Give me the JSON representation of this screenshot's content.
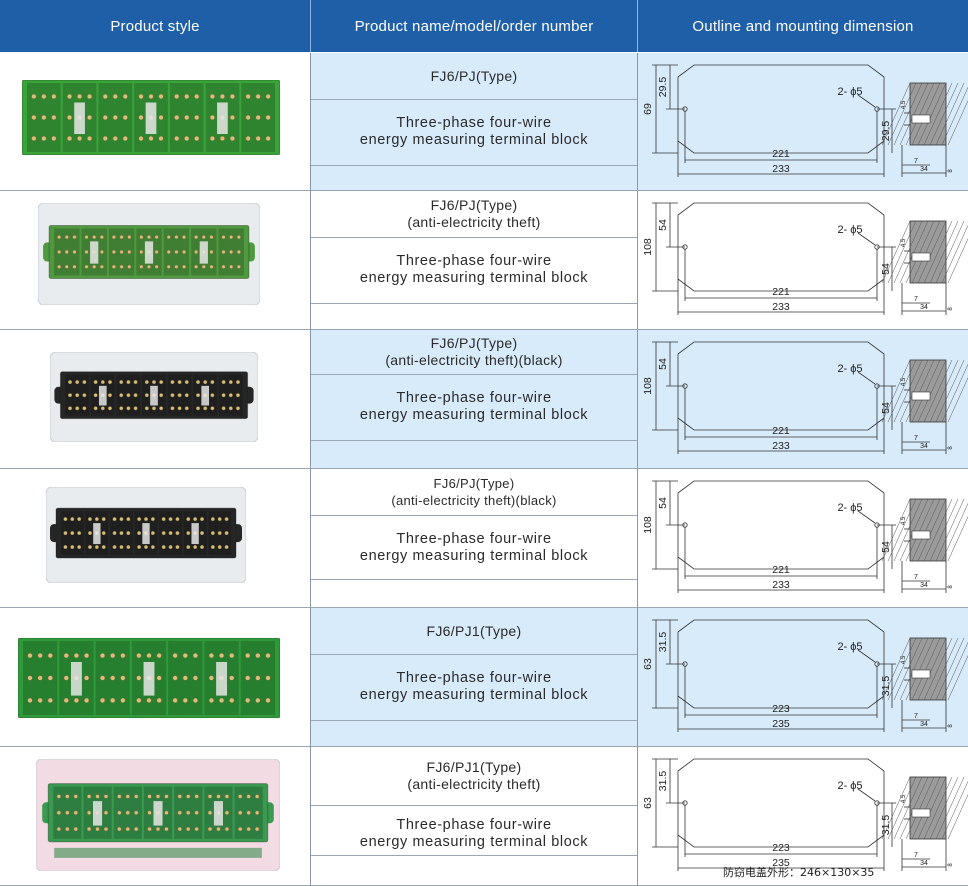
{
  "header": {
    "col1": "Product style",
    "col2": "Product name/model/order number",
    "col3": "Outline and mounting dimension"
  },
  "rows": [
    {
      "name_lines": [
        "FJ6/PJ(Type)"
      ],
      "desc_lines": [
        "Three-phase four-wire",
        "energy measuring terminal block"
      ],
      "dim": {
        "height": "69",
        "upper": "29.5",
        "right": "29.5",
        "inner": "221",
        "outer": "233",
        "hole": "2- ϕ5",
        "s1": "4.5",
        "s2": "34",
        "s3": "8",
        "s4": "7"
      },
      "product": {
        "body": "#3aa33a",
        "cover": "none"
      }
    },
    {
      "name_lines": [
        "FJ6/PJ(Type)",
        "(anti-electricity theft)"
      ],
      "desc_lines": [
        "Three-phase four-wire",
        "energy measuring terminal block"
      ],
      "dim": {
        "height": "108",
        "upper": "54",
        "right": "54",
        "inner": "221",
        "outer": "233",
        "hole": "2- ϕ5",
        "s1": "4.5",
        "s2": "34",
        "s3": "8",
        "s4": "7"
      },
      "product": {
        "body": "#4f9a3f",
        "cover": "clear"
      }
    },
    {
      "name_lines": [
        "FJ6/PJ(Type)",
        "(anti-electricity theft)(black)"
      ],
      "desc_lines": [
        "Three-phase four-wire",
        "energy measuring terminal block"
      ],
      "dim": {
        "height": "108",
        "upper": "54",
        "right": "54",
        "inner": "221",
        "outer": "233",
        "hole": "2- ϕ5",
        "s1": "4.5",
        "s2": "34",
        "s3": "8",
        "s4": "7"
      },
      "product": {
        "body": "#262626",
        "cover": "clear"
      }
    },
    {
      "name_lines": [
        "FJ6/PJ(Type)",
        "(anti-electricity theft)(black)"
      ],
      "desc_lines": [
        "Three-phase four-wire",
        "energy measuring terminal block"
      ],
      "dim": {
        "height": "108",
        "upper": "54",
        "right": "54",
        "inner": "221",
        "outer": "233",
        "hole": "2- ϕ5",
        "s1": "4.5",
        "s2": "34",
        "s3": "8",
        "s4": "7"
      },
      "product": {
        "body": "#262626",
        "cover": "clear"
      }
    },
    {
      "name_lines": [
        "FJ6/PJ1(Type)"
      ],
      "desc_lines": [
        "Three-phase four-wire",
        "energy measuring terminal block"
      ],
      "dim": {
        "height": "63",
        "upper": "31.5",
        "right": "31.5",
        "inner": "223",
        "outer": "235",
        "hole": "2- ϕ5",
        "s1": "4.5",
        "s2": "34",
        "s3": "8",
        "s4": "7"
      },
      "product": {
        "body": "#2f9a3a",
        "cover": "none"
      }
    },
    {
      "name_lines": [
        "FJ6/PJ1(Type)",
        "(anti-electricity theft)"
      ],
      "desc_lines": [
        "Three-phase four-wire",
        "energy measuring terminal block"
      ],
      "dim": {
        "height": "63",
        "upper": "31.5",
        "right": "31.5",
        "inner": "223",
        "outer": "235",
        "hole": "2- ϕ5",
        "s1": "4.5",
        "s2": "34",
        "s3": "8",
        "s4": "7"
      },
      "product": {
        "body": "#3a9a50",
        "cover": "pink"
      }
    }
  ],
  "footnote": "防窃电盖外形：246×130×35"
}
